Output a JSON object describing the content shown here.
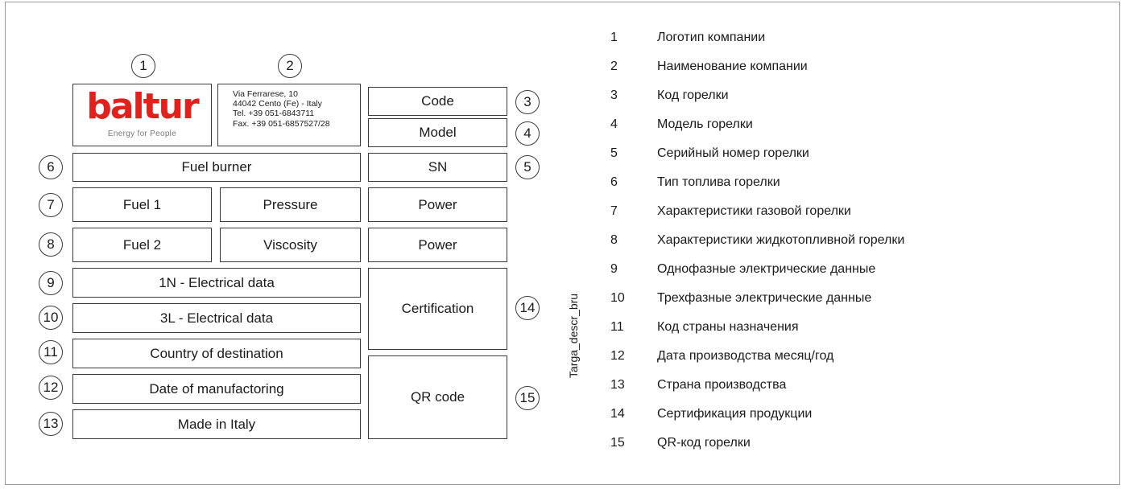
{
  "company": {
    "logo_text": "baltur",
    "logo_tagline": "Energy for People",
    "logo_color": "#e2211c",
    "address": [
      "Via Ferrarese, 10",
      "44042 Cento (Fe) - Italy",
      "Tel. +39 051-6843711",
      "Fax. +39 051-6857527/28"
    ]
  },
  "markers": [
    "1",
    "2",
    "3",
    "4",
    "5",
    "6",
    "7",
    "8",
    "9",
    "10",
    "11",
    "12",
    "13",
    "14",
    "15"
  ],
  "plate": {
    "code": "Code",
    "model": "Model",
    "fuel_burner": "Fuel burner",
    "sn": "SN",
    "fuel1": "Fuel 1",
    "pressure": "Pressure",
    "power1": "Power",
    "fuel2": "Fuel 2",
    "viscosity": "Viscosity",
    "power2": "Power",
    "electrical_1n": "1N - Electrical data",
    "electrical_3l": "3L - Electrical data",
    "certification": "Certification",
    "country_destination": "Country of destination",
    "date_manufacturing": "Date of manufactoring",
    "made_in": "Made in Italy",
    "qr_code": "QR code"
  },
  "figure_id": "Targa_descr_bru",
  "legend": [
    {
      "num": "1",
      "text": "Логотип компании"
    },
    {
      "num": "2",
      "text": "Наименование компании"
    },
    {
      "num": "3",
      "text": "Код горелки"
    },
    {
      "num": "4",
      "text": "Модель горелки"
    },
    {
      "num": "5",
      "text": "Серийный номер горелки"
    },
    {
      "num": "6",
      "text": "Тип топлива горелки"
    },
    {
      "num": "7",
      "text": "Характеристики газовой горелки"
    },
    {
      "num": "8",
      "text": "Характеристики жидкотопливной горелки"
    },
    {
      "num": "9",
      "text": "Однофазные электрические данные"
    },
    {
      "num": "10",
      "text": "Трехфазные электрические данные"
    },
    {
      "num": "11",
      "text": "Код страны назначения"
    },
    {
      "num": "12",
      "text": "Дата производства месяц/год"
    },
    {
      "num": "13",
      "text": "Страна производства"
    },
    {
      "num": "14",
      "text": "Сертификация продукции"
    },
    {
      "num": "15",
      "text": "QR-код горелки"
    }
  ]
}
